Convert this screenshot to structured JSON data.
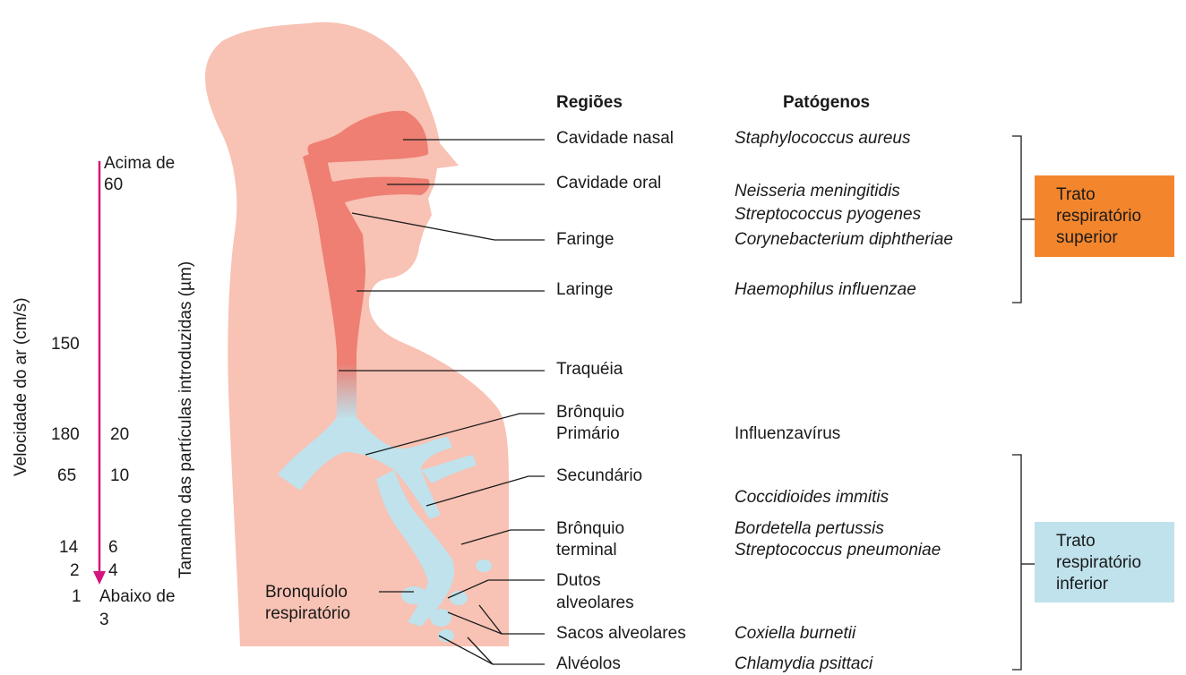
{
  "headers": {
    "regions": "Regiões",
    "pathogens": "Patógenos"
  },
  "regions": [
    "Cavidade nasal",
    "Cavidade oral",
    "Faringe",
    "Laringe",
    "Traquéia",
    "Brônquio",
    "Primário",
    "Secundário",
    "Brônquio",
    "terminal",
    "Dutos",
    "alveolares",
    "Sacos alveolares",
    "Alvéolos"
  ],
  "bronchiole_label": [
    "Bronquíolo",
    "respiratório"
  ],
  "pathogens": [
    "Staphylococcus aureus",
    "Neisseria meningitidis",
    "Streptococcus pyogenes",
    "Corynebacterium diphtheriae",
    "Haemophilus influenzae",
    "Influenzavírus",
    "Coccidioides immitis",
    "Bordetella pertussis",
    "Streptococcus pneumoniae",
    "Coxiella burnetii",
    "Chlamydia psittaci"
  ],
  "tracts": {
    "upper": [
      "Trato",
      "respiratório",
      "superior"
    ],
    "lower": [
      "Trato",
      "respiratório",
      "inferior"
    ]
  },
  "axes": {
    "velocity_label": "Velocidade do ar (cm/s)",
    "particle_label": "Tamanho das partículas introduzidas (µm)",
    "velocity_values": [
      "150",
      "180",
      "65",
      "14",
      "2",
      "1"
    ],
    "particle_values": [
      "Acima de",
      "60",
      "20",
      "10",
      "6",
      "4",
      "Abaixo de",
      "3"
    ]
  },
  "colors": {
    "body": "#f8c2b4",
    "upper_airway": "#ee7f72",
    "lower_airway": "#bfe2ec",
    "upper_box": "#f3862d",
    "lower_box": "#bfe2ec",
    "arrow": "#d4147f"
  }
}
